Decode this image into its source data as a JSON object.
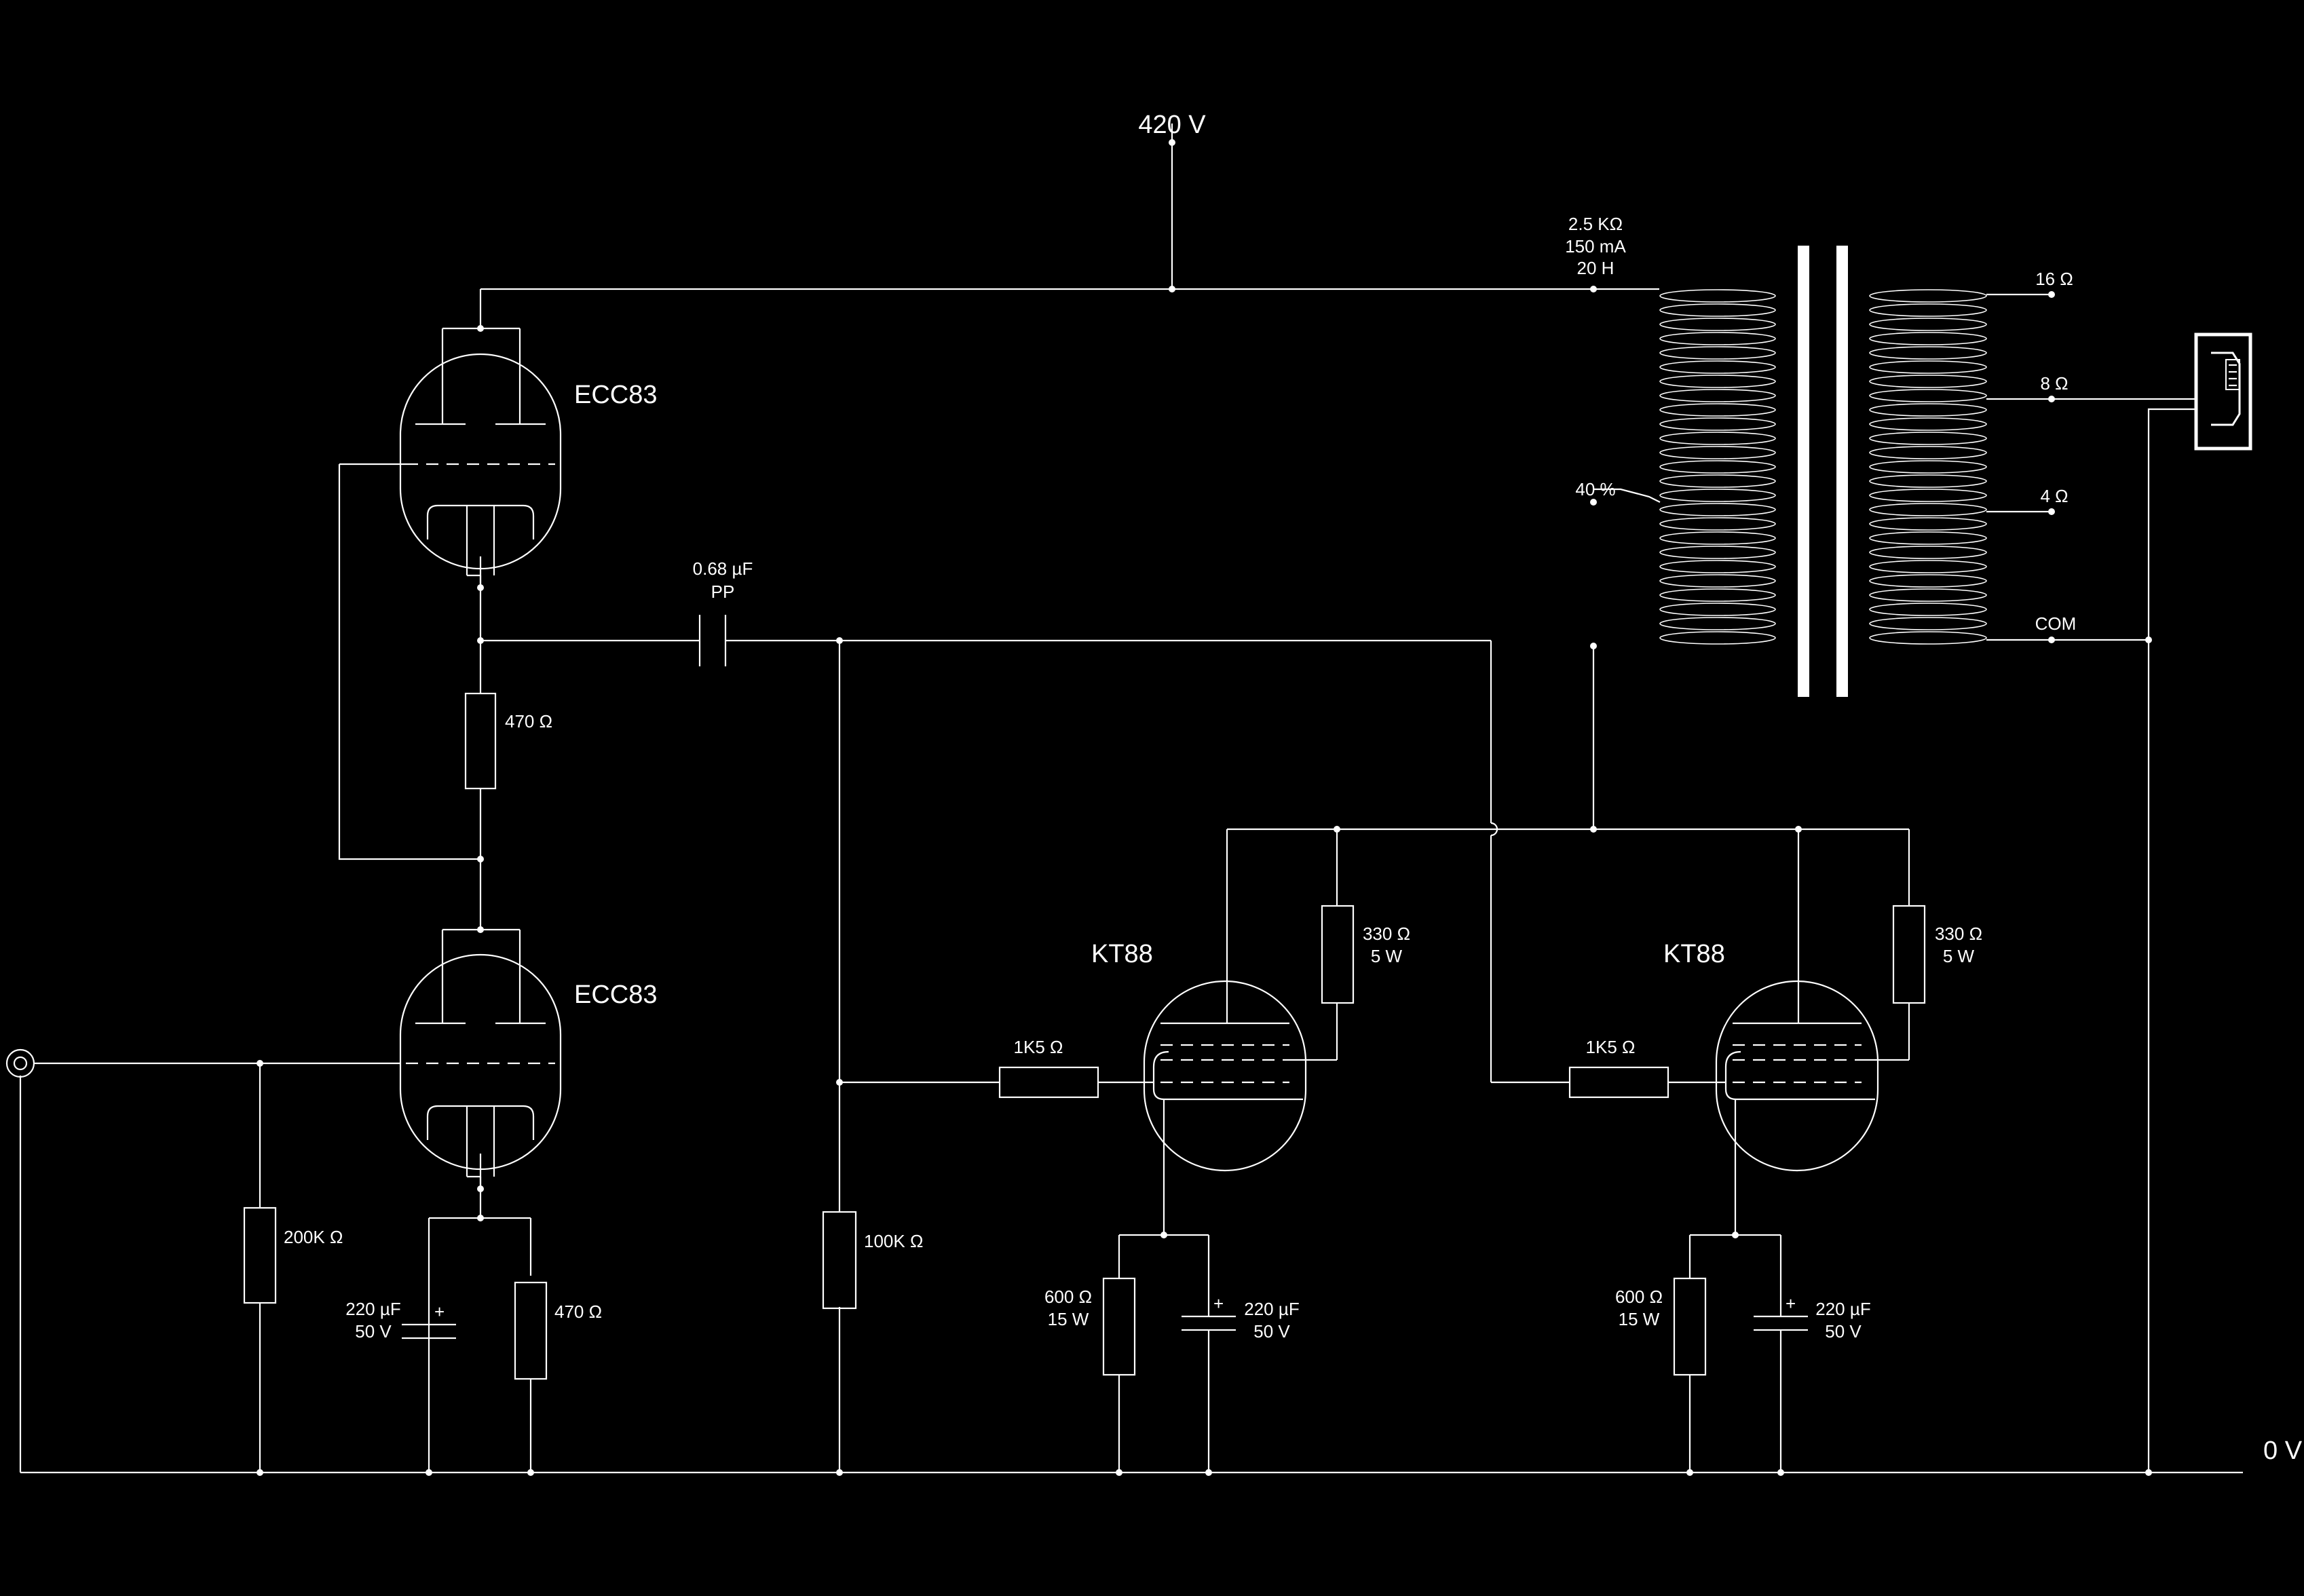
{
  "supply": {
    "plus": "420 V",
    "ground": "0 V"
  },
  "tubes": {
    "v1": "ECC83",
    "v2": "ECC83",
    "v3": "KT88",
    "v4": "KT88"
  },
  "components": {
    "r_anode_470": "470 Ω",
    "r_cathode_470": "470 Ω",
    "r_grid_200k": "200K Ω",
    "r_grid_100k": "100K Ω",
    "c_cathode_v2": [
      "220 µF",
      "50 V"
    ],
    "c_coupling": [
      "0.68 µF",
      "PP"
    ],
    "r_stop_1": "1K5 Ω",
    "r_stop_2": "1K5 Ω",
    "r_screen_1": [
      "330 Ω",
      "5 W"
    ],
    "r_screen_2": [
      "330 Ω",
      "5 W"
    ],
    "r_cathode_kt1": [
      "600 Ω",
      "15 W"
    ],
    "r_cathode_kt2": [
      "600 Ω",
      "15 W"
    ],
    "c_cathode_kt1": [
      "220 µF",
      "50 V"
    ],
    "c_cathode_kt2": [
      "220 µF",
      "50 V"
    ],
    "plus_sign": "+"
  },
  "transformer": {
    "primary": [
      "2.5 KΩ",
      "150 mA",
      "20 H"
    ],
    "tap": "40 %",
    "taps": {
      "t16": "16 Ω",
      "t8": "8 Ω",
      "t4": "4 Ω",
      "com": "COM"
    }
  }
}
